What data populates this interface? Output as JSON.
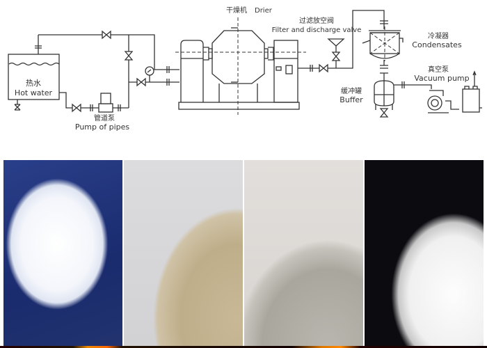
{
  "diagram": {
    "drier": {
      "cn": "干燥机",
      "en": "Drier"
    },
    "hot_water": {
      "cn": "热水",
      "en": "Hot water"
    },
    "pipe_pump": {
      "cn": "管道泵",
      "en": "Pump of pipes"
    },
    "filter_valve": {
      "cn": "过滤放空阀",
      "en": "Filter and discharge valve"
    },
    "condenser": {
      "cn": "冷凝器",
      "en": "Condensates"
    },
    "buffer": {
      "cn": "缓冲罐",
      "en": "Buffer"
    },
    "vacuum_pump": {
      "cn": "真空泵",
      "en": "Vacuum pump"
    }
  },
  "photos": [
    {
      "name": "white-fluffy-product"
    },
    {
      "name": "beige-powder-product"
    },
    {
      "name": "silver-granule-product"
    },
    {
      "name": "white-crystal-product"
    }
  ]
}
